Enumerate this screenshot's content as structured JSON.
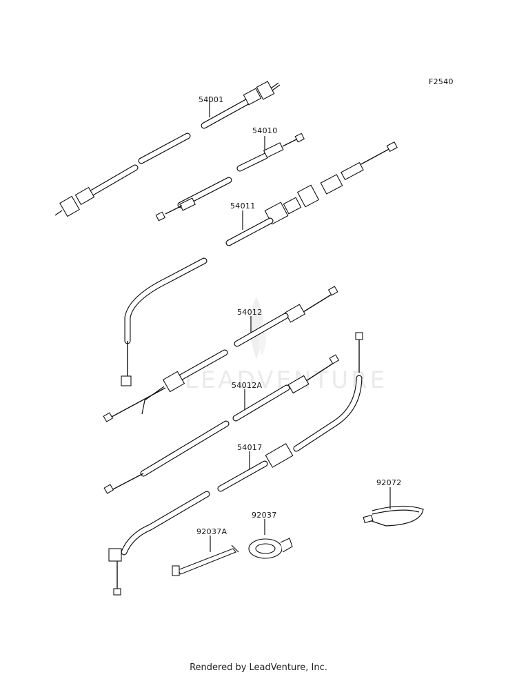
{
  "diagram": {
    "figure_code": "F2540",
    "watermark": "LEADVENTURE",
    "footer": "Rendered by LeadVenture, Inc.",
    "parts": [
      {
        "id": "p54001",
        "number": "54001"
      },
      {
        "id": "p54010",
        "number": "54010"
      },
      {
        "id": "p54011",
        "number": "54011"
      },
      {
        "id": "p54012",
        "number": "54012"
      },
      {
        "id": "p54012A",
        "number": "54012A"
      },
      {
        "id": "p54017",
        "number": "54017"
      },
      {
        "id": "p92072",
        "number": "92072"
      },
      {
        "id": "p92037",
        "number": "92037"
      },
      {
        "id": "p92037A",
        "number": "92037A"
      }
    ]
  }
}
